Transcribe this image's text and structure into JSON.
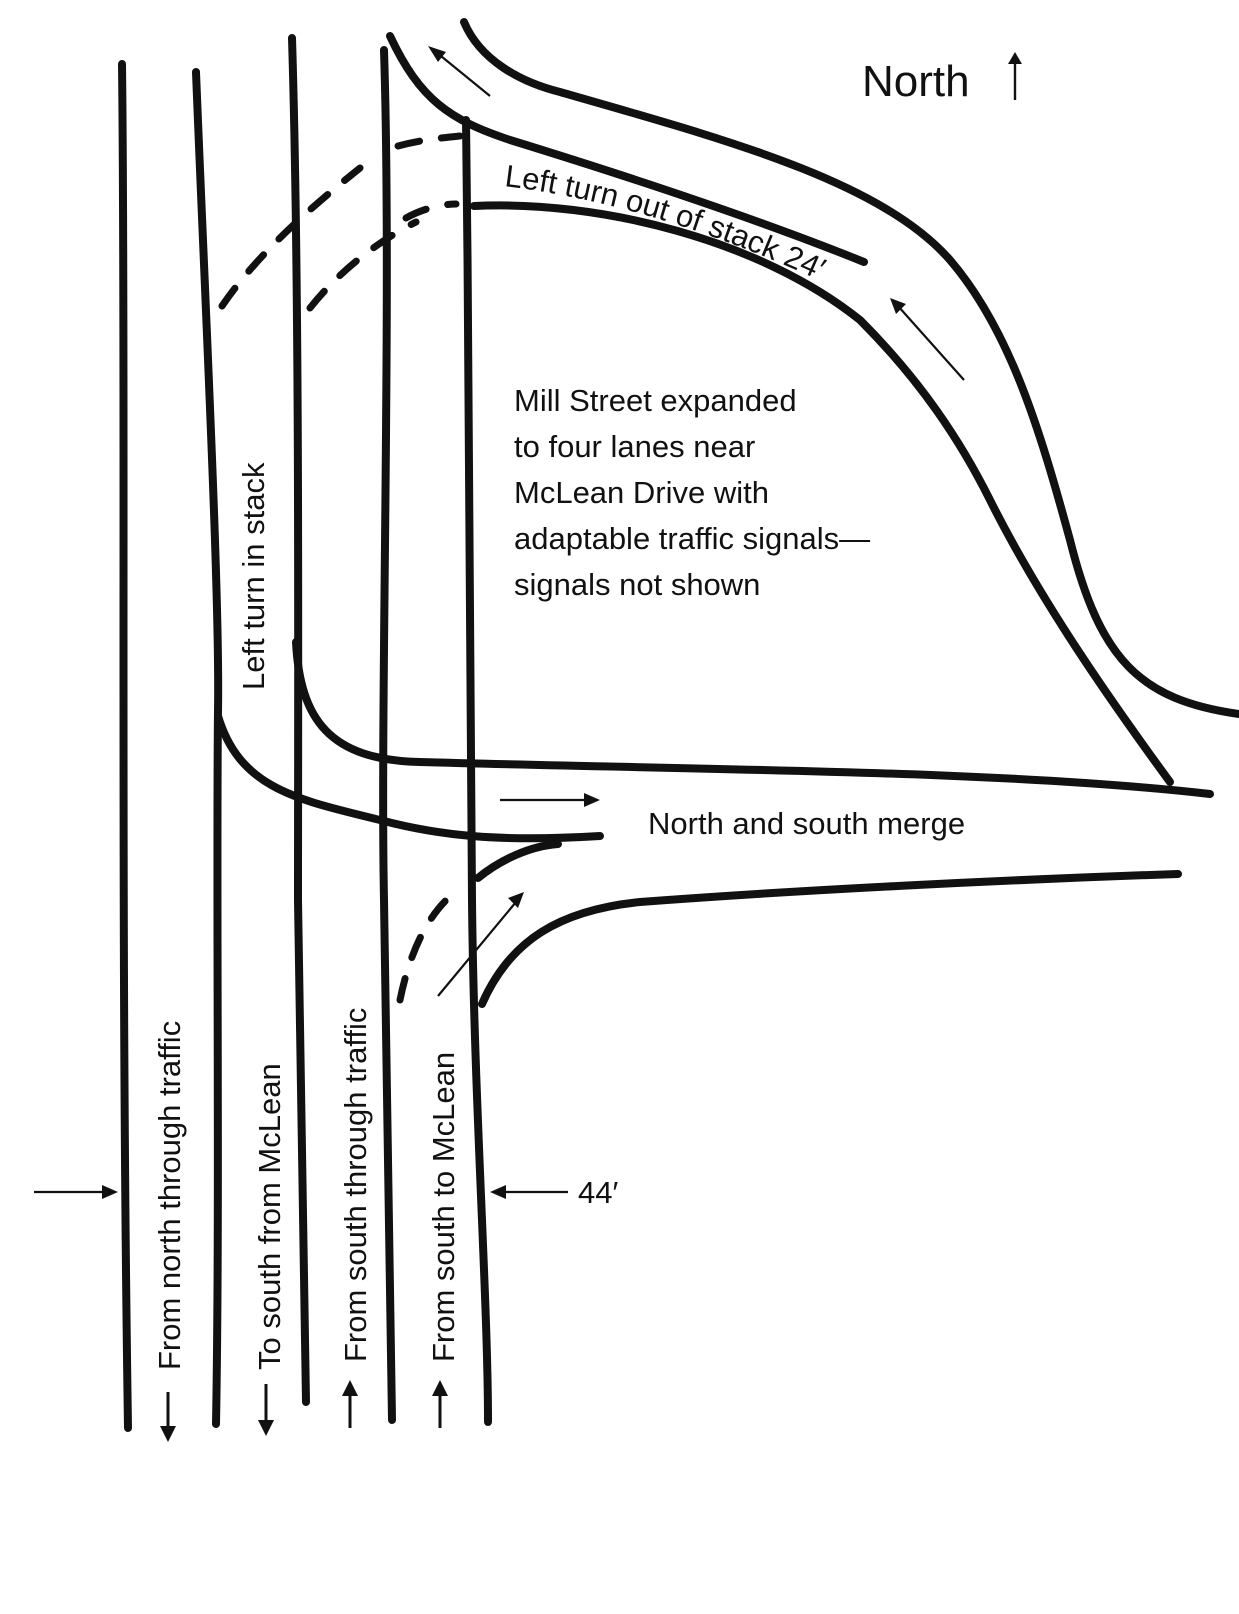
{
  "compass": {
    "label": "North"
  },
  "description": {
    "lines": [
      "Mill Street expanded",
      "to four lanes near",
      "McLean Drive with",
      "adaptable traffic signals—",
      "signals not shown"
    ]
  },
  "labels": {
    "left_turn_out": "Left turn out of stack 24′",
    "left_turn_in_stack": "Left turn in stack",
    "merge": "North and south merge",
    "width_44": "44′"
  },
  "lanes": [
    {
      "label": "From north through traffic",
      "direction": "down"
    },
    {
      "label": "To south from McLean",
      "direction": "down"
    },
    {
      "label": "From south through traffic",
      "direction": "up"
    },
    {
      "label": "From south to McLean",
      "direction": "up"
    }
  ]
}
